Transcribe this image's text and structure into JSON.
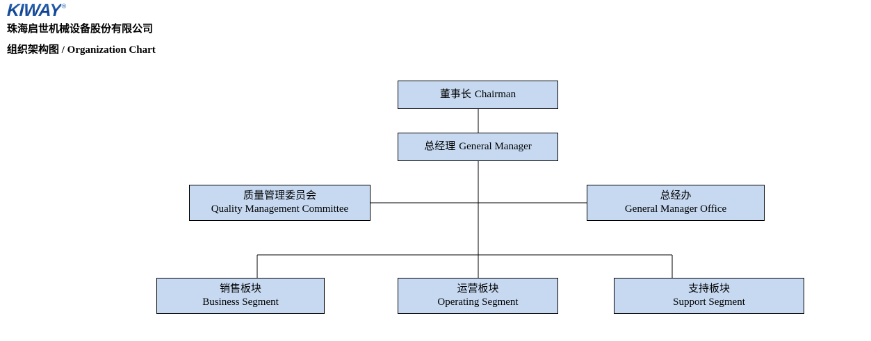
{
  "header": {
    "logo_text": "KIWAY",
    "logo_registered_mark": "®",
    "company_name": "珠海启世机械设备股份有限公司",
    "chart_title": "组织架构图 / Organization Chart"
  },
  "colors": {
    "node_fill": "#c6d9f1",
    "node_border": "#000000",
    "connector": "#000000",
    "logo_blue": "#184a94",
    "text": "#000000",
    "background": "#ffffff"
  },
  "chart": {
    "type": "org-chart",
    "nodes": [
      {
        "id": "chairman",
        "zh": "董事长",
        "en": "Chairman",
        "level": 1,
        "single_line": true
      },
      {
        "id": "general-manager",
        "zh": "总经理",
        "en": "General Manager",
        "level": 2,
        "single_line": true
      },
      {
        "id": "quality-management-committee",
        "zh": "质量管理委员会",
        "en": "Quality Management Committee",
        "level": 3,
        "single_line": false
      },
      {
        "id": "general-manager-office",
        "zh": "总经办",
        "en": "General Manager Office",
        "level": 3,
        "single_line": false
      },
      {
        "id": "business-segment",
        "zh": "销售板块",
        "en": "Business Segment",
        "level": 4,
        "single_line": false
      },
      {
        "id": "operating-segment",
        "zh": "运营板块",
        "en": "Operating Segment",
        "level": 4,
        "single_line": false
      },
      {
        "id": "support-segment",
        "zh": "支持板块",
        "en": "Support Segment",
        "level": 4,
        "single_line": false
      }
    ],
    "edges": [
      {
        "from": "chairman",
        "to": "general-manager"
      },
      {
        "from": "general-manager",
        "to": "quality-management-committee"
      },
      {
        "from": "general-manager",
        "to": "general-manager-office"
      },
      {
        "from": "general-manager",
        "to": "business-segment"
      },
      {
        "from": "general-manager",
        "to": "operating-segment"
      },
      {
        "from": "general-manager",
        "to": "support-segment"
      }
    ]
  }
}
